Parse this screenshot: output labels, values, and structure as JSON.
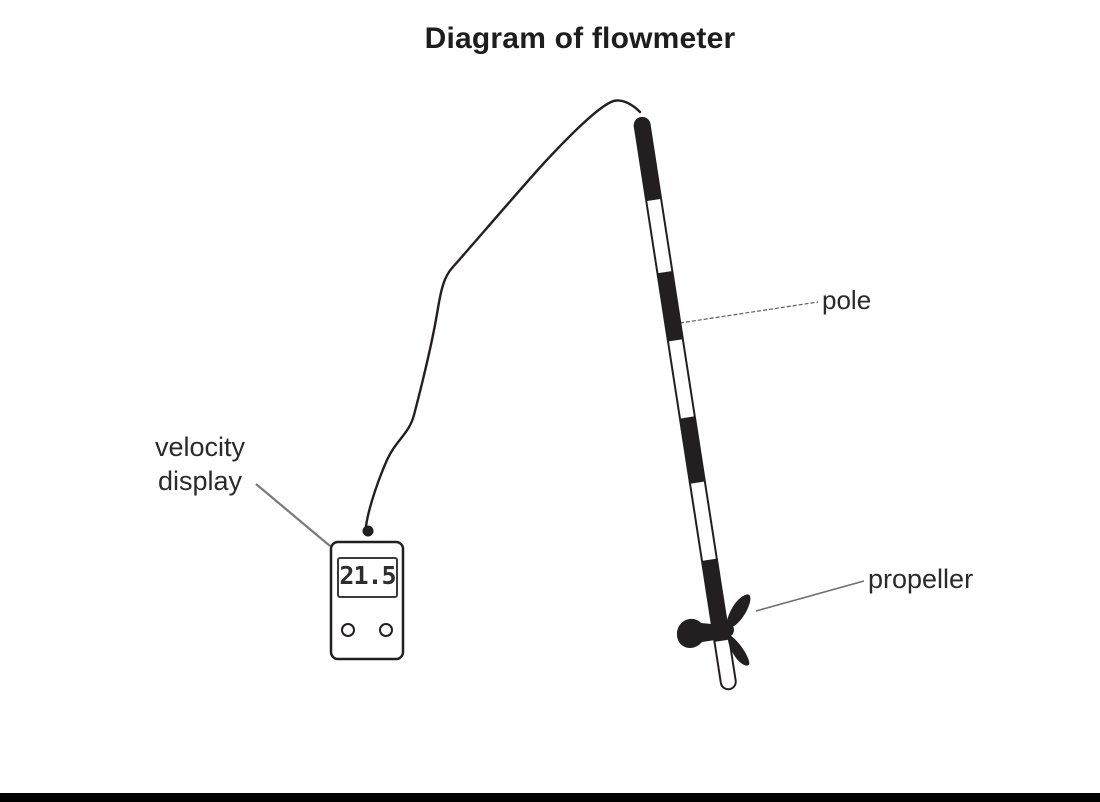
{
  "title": "Diagram of flowmeter",
  "labels": {
    "velocity_display_line1": "velocity",
    "velocity_display_line2": "display",
    "pole": "pole",
    "propeller": "propeller"
  },
  "device": {
    "display_value": "21.5"
  },
  "colors": {
    "ink": "#231f20",
    "label_text": "#2a2a2a",
    "leader_line": "#6e6e6e",
    "lcd_text": "#2e2e2e",
    "background": "#ffffff",
    "bottom_bar": "#000000"
  }
}
